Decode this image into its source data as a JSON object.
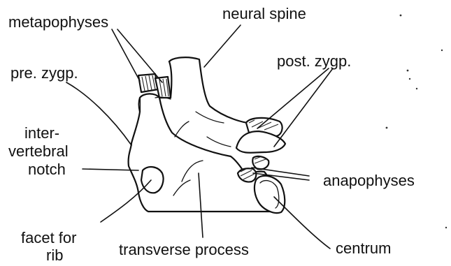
{
  "labels": {
    "metapophyses": "metapophyses",
    "neural_spine": "neural spine",
    "pre_zygp": "pre. zygp.",
    "post_zygp": "post. zygp.",
    "intervertebral_1": "inter-",
    "intervertebral_2": "vertebral",
    "intervertebral_3": "notch",
    "anapophyses": "anapophyses",
    "facet_1": "facet for",
    "facet_2": "rib",
    "transverse_process": "transverse process",
    "centrum": "centrum"
  }
}
